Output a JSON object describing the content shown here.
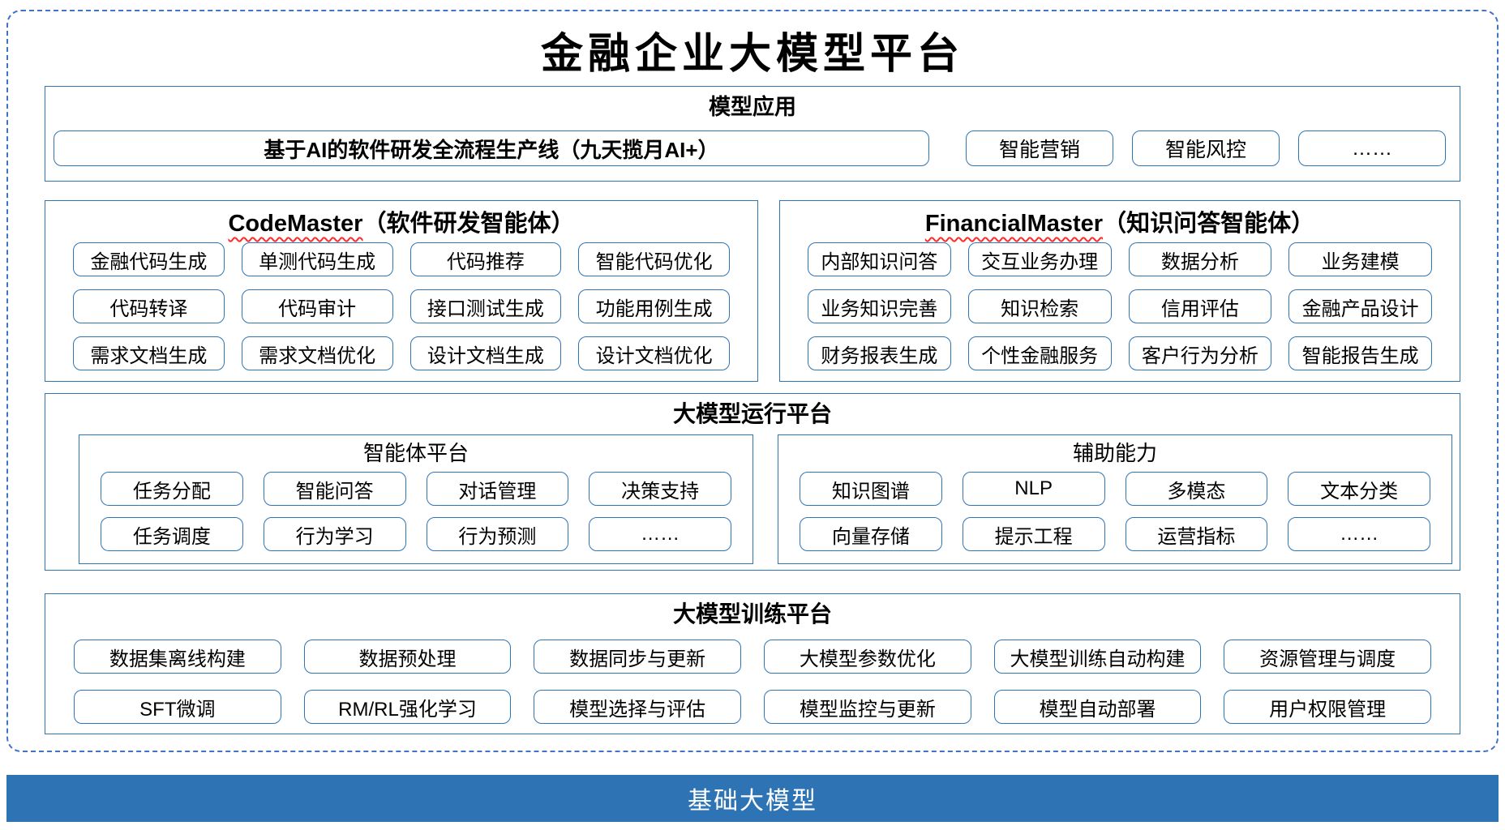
{
  "title": "金融企业大模型平台",
  "colors": {
    "section_border": "#2E75B6",
    "dashed_border": "#4273C8",
    "squiggle": "#FF2A2A",
    "foundation_bg": "#2E74B5",
    "foundation_text": "#FFFFFF"
  },
  "model_app": {
    "header": "模型应用",
    "main_item": "基于AI的软件研发全流程生产线（九天揽月AI+）",
    "items": [
      "智能营销",
      "智能风控",
      "……"
    ]
  },
  "code_master": {
    "title_en": "CodeMaster",
    "title_zh": "（软件研发智能体）",
    "items": [
      "金融代码生成",
      "单测代码生成",
      "代码推荐",
      "智能代码优化",
      "代码转译",
      "代码审计",
      "接口测试生成",
      "功能用例生成",
      "需求文档生成",
      "需求文档优化",
      "设计文档生成",
      "设计文档优化"
    ]
  },
  "financial_master": {
    "title_en": "FinancialMaster",
    "title_zh": "（知识问答智能体）",
    "items": [
      "内部知识问答",
      "交互业务办理",
      "数据分析",
      "业务建模",
      "业务知识完善",
      "知识检索",
      "信用评估",
      "金融产品设计",
      "财务报表生成",
      "个性金融服务",
      "客户行为分析",
      "智能报告生成"
    ]
  },
  "runtime": {
    "header": "大模型运行平台",
    "agent_platform": {
      "header": "智能体平台",
      "items": [
        "任务分配",
        "智能问答",
        "对话管理",
        "决策支持",
        "任务调度",
        "行为学习",
        "行为预测",
        "……"
      ]
    },
    "auxiliary": {
      "header": "辅助能力",
      "items": [
        "知识图谱",
        "NLP",
        "多模态",
        "文本分类",
        "向量存储",
        "提示工程",
        "运营指标",
        "……"
      ]
    }
  },
  "training": {
    "header": "大模型训练平台",
    "items": [
      "数据集离线构建",
      "数据预处理",
      "数据同步与更新",
      "大模型参数优化",
      "大模型训练自动构建",
      "资源管理与调度",
      "SFT微调",
      "RM/RL强化学习",
      "模型选择与评估",
      "模型监控与更新",
      "模型自动部署",
      "用户权限管理"
    ]
  },
  "foundation": {
    "label": "基础大模型"
  }
}
